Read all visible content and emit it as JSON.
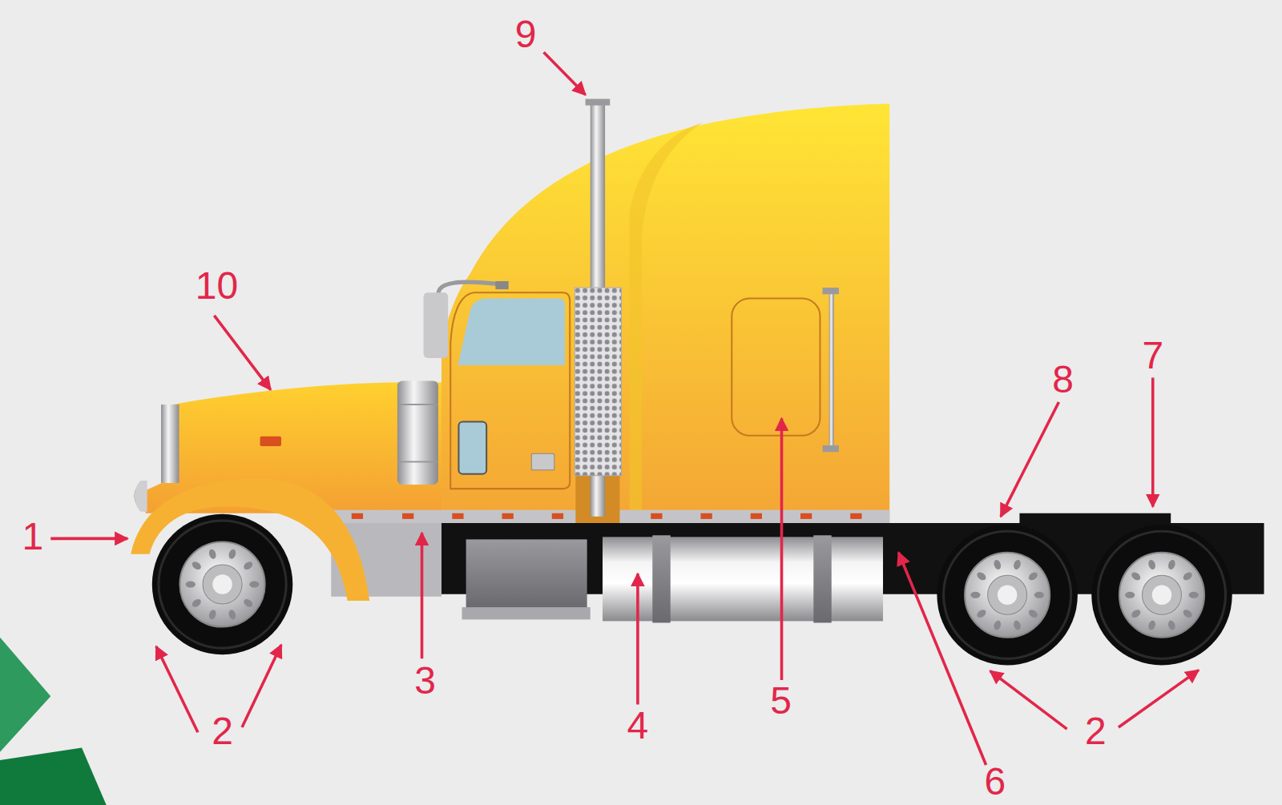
{
  "diagram": {
    "labels": [
      "9",
      "10",
      "8",
      "7",
      "1",
      "3",
      "4",
      "5",
      "6",
      "2",
      "2"
    ]
  }
}
